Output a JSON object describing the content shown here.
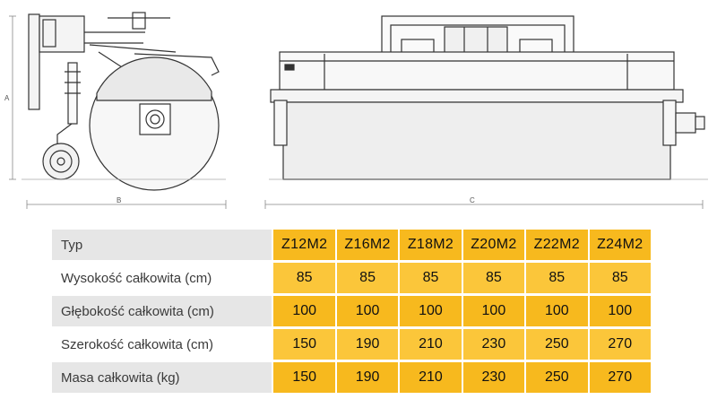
{
  "drawing": {
    "dimension_labels": {
      "height": "A",
      "depth": "B",
      "width": "C"
    }
  },
  "table": {
    "header_label": "Typ",
    "models": [
      "Z12M2",
      "Z16M2",
      "Z18M2",
      "Z20M2",
      "Z22M2",
      "Z24M2"
    ],
    "rows": [
      {
        "label": "Wysokość całkowita (cm)",
        "values": [
          "85",
          "85",
          "85",
          "85",
          "85",
          "85"
        ]
      },
      {
        "label": "Głębokość całkowita (cm)",
        "values": [
          "100",
          "100",
          "100",
          "100",
          "100",
          "100"
        ]
      },
      {
        "label": "Szerokość całkowita (cm)",
        "values": [
          "150",
          "190",
          "210",
          "230",
          "250",
          "270"
        ]
      },
      {
        "label": "Masa całkowita (kg)",
        "values": [
          "150",
          "190",
          "210",
          "230",
          "250",
          "270"
        ]
      }
    ],
    "colors": {
      "accent": "#f7b91e",
      "accent_alt": "#fbc63a",
      "label_bg": "#e6e6e6"
    }
  }
}
